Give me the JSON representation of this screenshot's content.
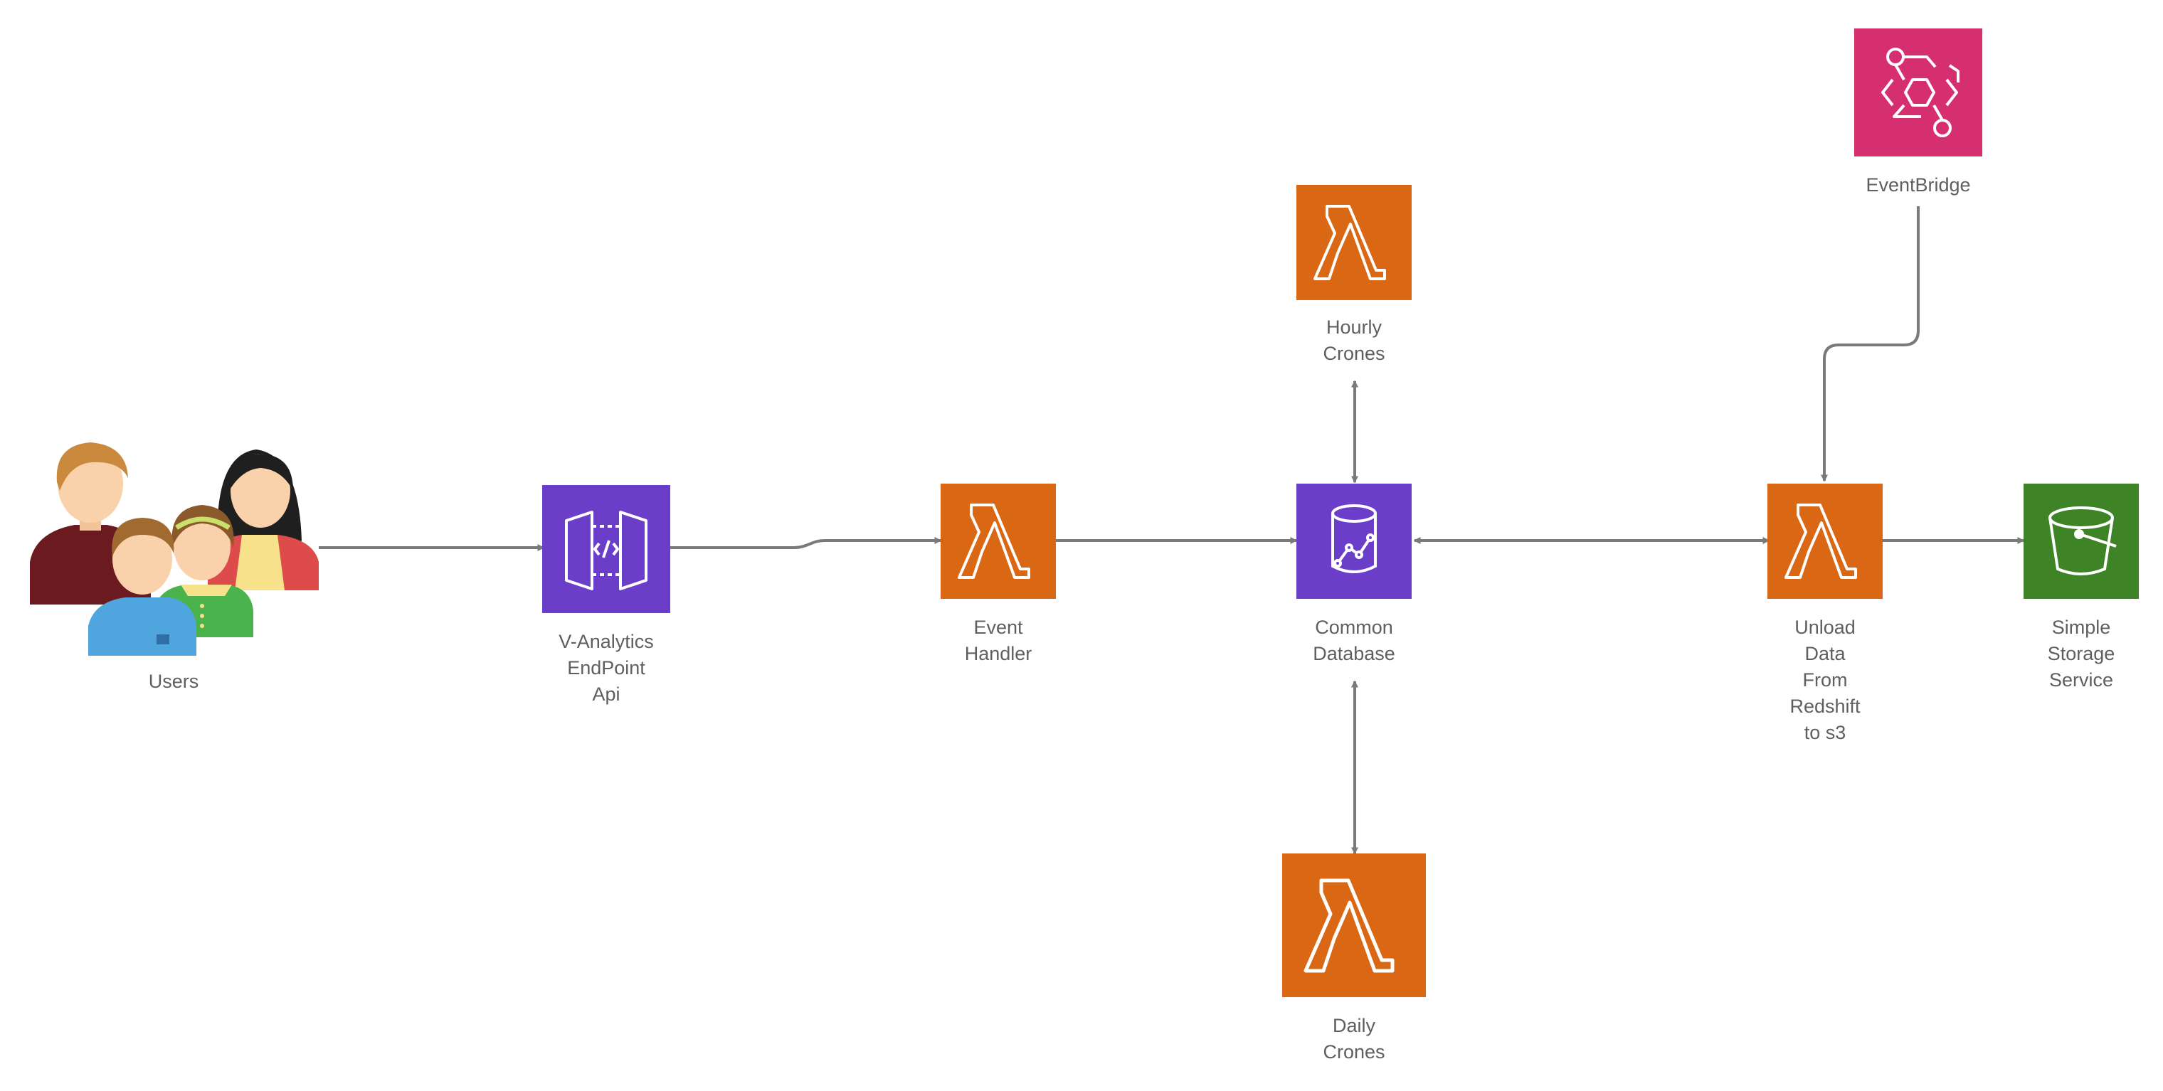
{
  "colors": {
    "lambda": "#D96713",
    "database": "#6B3EC9",
    "api_gateway": "#6B3EC9",
    "eventbridge": "#D62F6F",
    "s3": "#3E8426",
    "arrow": "#7a7a7a",
    "label": "#5f5f5f"
  },
  "nodes": {
    "users": {
      "icon": "users-group-icon",
      "label": [
        "Users"
      ]
    },
    "api": {
      "icon": "api-gateway-icon",
      "label": [
        "V-Analytics",
        "EndPoint",
        "Api"
      ]
    },
    "event_handler": {
      "icon": "lambda-icon",
      "label": [
        "Event",
        "Handler"
      ]
    },
    "common_db": {
      "icon": "database-icon",
      "label": [
        "Common",
        "Database"
      ]
    },
    "hourly": {
      "icon": "lambda-icon",
      "label": [
        "Hourly",
        "Crones"
      ]
    },
    "daily": {
      "icon": "lambda-icon",
      "label": [
        "Daily",
        "Crones"
      ]
    },
    "unload": {
      "icon": "lambda-icon",
      "label": [
        "Unload",
        "Data",
        "From",
        "Redshift",
        "to s3"
      ]
    },
    "s3": {
      "icon": "s3-bucket-icon",
      "label": [
        "Simple",
        "Storage",
        "Service"
      ]
    },
    "eventbridge": {
      "icon": "eventbridge-icon",
      "label": [
        "EventBridge"
      ]
    }
  },
  "edges": [
    {
      "from": "users",
      "to": "api",
      "direction": "forward"
    },
    {
      "from": "api",
      "to": "event_handler",
      "direction": "forward"
    },
    {
      "from": "event_handler",
      "to": "common_db",
      "direction": "forward"
    },
    {
      "from": "common_db",
      "to": "hourly",
      "direction": "both"
    },
    {
      "from": "common_db",
      "to": "daily",
      "direction": "both"
    },
    {
      "from": "common_db",
      "to": "unload",
      "direction": "both"
    },
    {
      "from": "eventbridge",
      "to": "unload",
      "direction": "forward"
    },
    {
      "from": "unload",
      "to": "s3",
      "direction": "forward"
    }
  ]
}
